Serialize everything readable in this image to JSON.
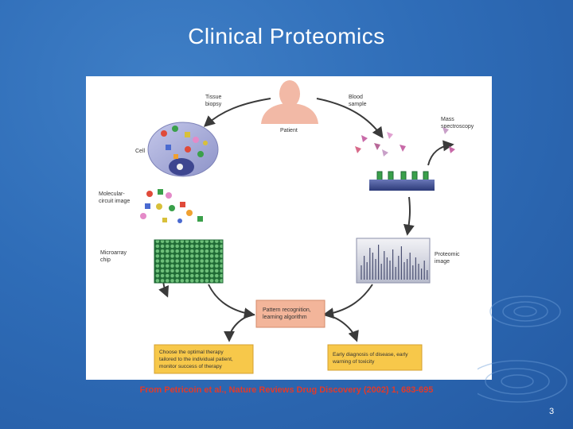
{
  "slide": {
    "title": "Clinical Proteomics",
    "caption": "From Petricoin et al., Nature Reviews Drug Discovery (2002) 1, 683-695",
    "page_number": "3"
  },
  "diagram": {
    "labels": {
      "tissue_biopsy": [
        "Tissue",
        "biopsy"
      ],
      "blood_sample": [
        "Blood",
        "sample"
      ],
      "patient": "Patient",
      "cell": "Cell",
      "mass_spectroscopy": [
        "Mass",
        "spectroscopy"
      ],
      "molecular_circuit_image": [
        "Molecular-",
        "circuit image"
      ],
      "microarray_chip": [
        "Microarray",
        "chip"
      ],
      "proteomic_image": [
        "Proteomic",
        "image"
      ],
      "pattern_recognition": [
        "Pattern recognition,",
        "learning algorithm"
      ],
      "therapy_box": [
        "Choose the optimal therapy",
        "tailored to the individual patient,",
        "monitor success of therapy"
      ],
      "diagnosis_box": [
        "Early diagnosis of disease, early",
        "warning of toxicity"
      ]
    }
  },
  "colors": {
    "background": "#2f6db8",
    "caption": "#e23a2a",
    "skin": "#f2b9a6",
    "cell": "#a8acd8",
    "microarray": "#2e8a4a",
    "yellow_box": "#f7c84a",
    "pattern_box": "#f3b59a",
    "arrow": "#3a3a3a"
  }
}
